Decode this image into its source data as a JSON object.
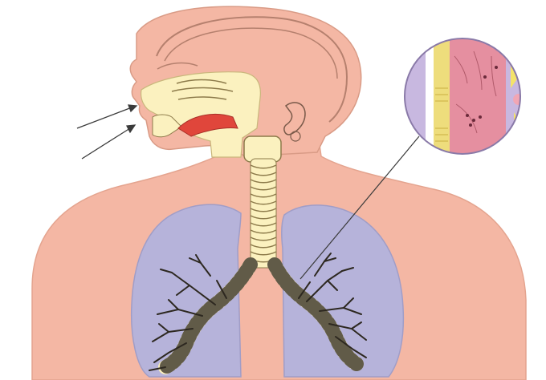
{
  "diagram": {
    "labels": [],
    "colors": {
      "skin": "#f4b7a4",
      "skin_outline": "#c98a78",
      "airway": "#fbf1bf",
      "airway_outline": "#8c7a4a",
      "tongue": "#e0463b",
      "lung": "#b3b3dd",
      "bronchi_dark": "#2d2820",
      "arrow": "#3a3a3a",
      "inset_bg": "#c8b8e0",
      "inset_tissue": "#e58fa0",
      "inset_yellow": "#f4e36a"
    },
    "parts": [
      "head-outline",
      "nasal-cavity",
      "mouth",
      "tongue",
      "ear",
      "trachea",
      "left-lung",
      "right-lung",
      "bronchial-tree",
      "magnified-inset",
      "airflow-arrows"
    ]
  }
}
